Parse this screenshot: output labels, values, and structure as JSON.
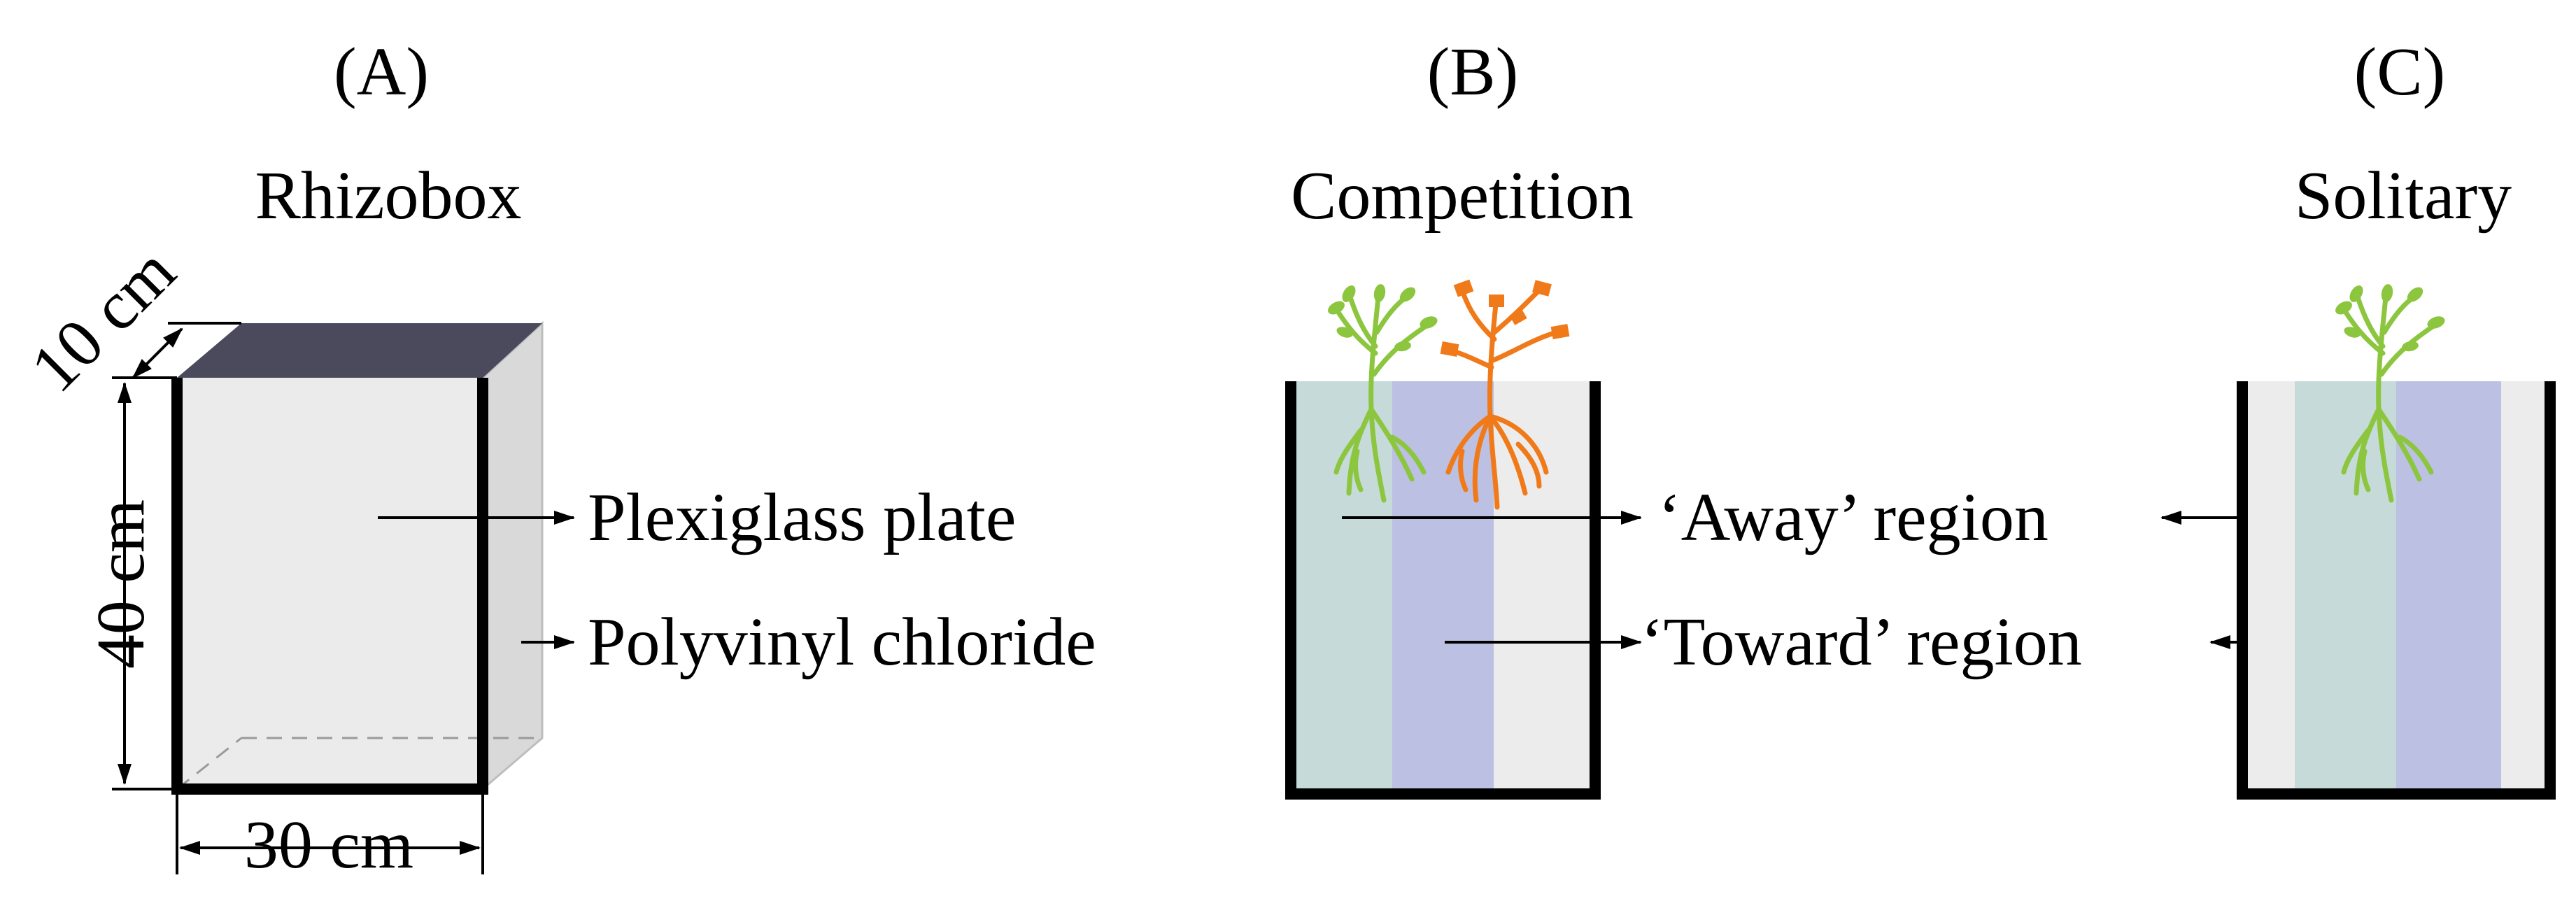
{
  "panels": {
    "a": {
      "letter": "(A)",
      "title": "Rhizobox",
      "dims": {
        "depth": "10 cm",
        "height": "40 cm",
        "width": "30 cm"
      },
      "callouts": {
        "plate": "Plexiglass plate",
        "wall": "Polyvinyl chloride"
      }
    },
    "b": {
      "letter": "(B)",
      "title": "Competition"
    },
    "c": {
      "letter": "(C)",
      "title": "Solitary"
    }
  },
  "regions": {
    "away": "‘Away’ region",
    "toward": "‘Toward’ region"
  },
  "colors": {
    "away_zone": "#c6dada",
    "toward_zone": "#bcc0e2",
    "neutral_zone": "#ececec",
    "box_face": "#ebebeb",
    "box_side": "#d9d9d9",
    "box_top": "#4a4a5c",
    "plant_green": "#8cc63f",
    "plant_orange": "#f07a1a"
  },
  "icons": [
    "green-plant-icon",
    "orange-plant-icon"
  ]
}
